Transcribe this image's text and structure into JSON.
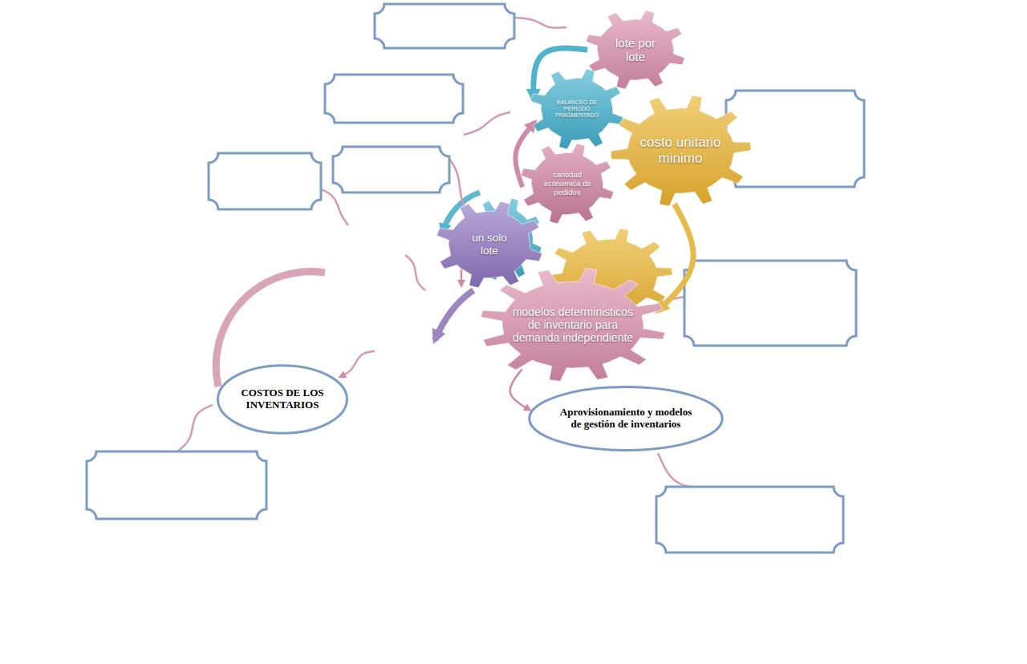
{
  "diagram": {
    "nodes": [
      {
        "text": [
          "lote por lote"
        ]
      },
      {
        "text": [
          "BALANCEO DE PERIODO FRAGMENTADO"
        ]
      },
      {
        "text": [
          "costo unitario minimo"
        ]
      },
      {
        "text": [
          "cantidad economica de pedidos"
        ]
      },
      {
        "text": [
          "un solo lote"
        ]
      },
      {
        "text": [
          "modelos deterministicos de inventario para demanda independiente"
        ]
      },
      {
        "text": [
          "COSTOS DE LOS INVENTARIOS"
        ]
      },
      {
        "text": [
          "Aprovisionamiento y modelos de gestión de inventarios"
        ]
      }
    ],
    "edges": [
      {
        "from": 0,
        "to": 1,
        "arrow": "to"
      },
      {
        "from": 3,
        "to": 1,
        "arrow": "to"
      },
      {
        "from": 2,
        "to": 5,
        "arrow": "to"
      },
      {
        "from": 5,
        "to": 7,
        "arrow": "to"
      }
    ]
  }
}
